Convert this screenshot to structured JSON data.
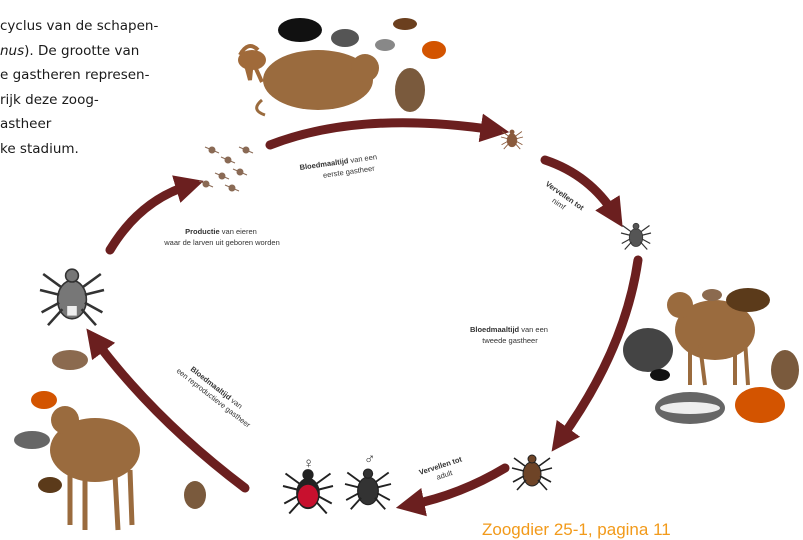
{
  "caption": {
    "lines": [
      "cyclus van de schapen-",
      "nus). De grootte van",
      "e gastheren represen-",
      "rijk deze zoog-",
      "astheer",
      "ke stadium."
    ]
  },
  "stages": {
    "production": {
      "bold": "Productie",
      "rest_1": " van eieren",
      "line_2": "waar de larven uit geboren worden"
    },
    "first_meal": {
      "bold": "Bloedmaaltijd",
      "rest_1": " van een",
      "line_2": "eerste gastheer"
    },
    "molt_nymph": {
      "line_1": "Vervellen tot",
      "line_2": "nimf"
    },
    "second_meal": {
      "bold": "Bloedmaaltijd",
      "rest_1": " van een",
      "line_2": "tweede gastheer"
    },
    "molt_adult": {
      "line_1": "Vervellen tot",
      "line_2": "adult"
    },
    "repro_meal": {
      "bold": "Bloedmaaltijd",
      "rest_1": " van",
      "line_2": "een reproductieve gastheer"
    }
  },
  "sex_symbols": {
    "female": "♀",
    "male": "♂"
  },
  "footer": {
    "text": "Zoogdier 25-1, pagina 11"
  },
  "colors": {
    "arrow": "#6b1f1f",
    "footer": "#f29a1a",
    "tick_dark": "#222222",
    "tick_red": "#c8102e",
    "egg_tick": "#777777"
  }
}
